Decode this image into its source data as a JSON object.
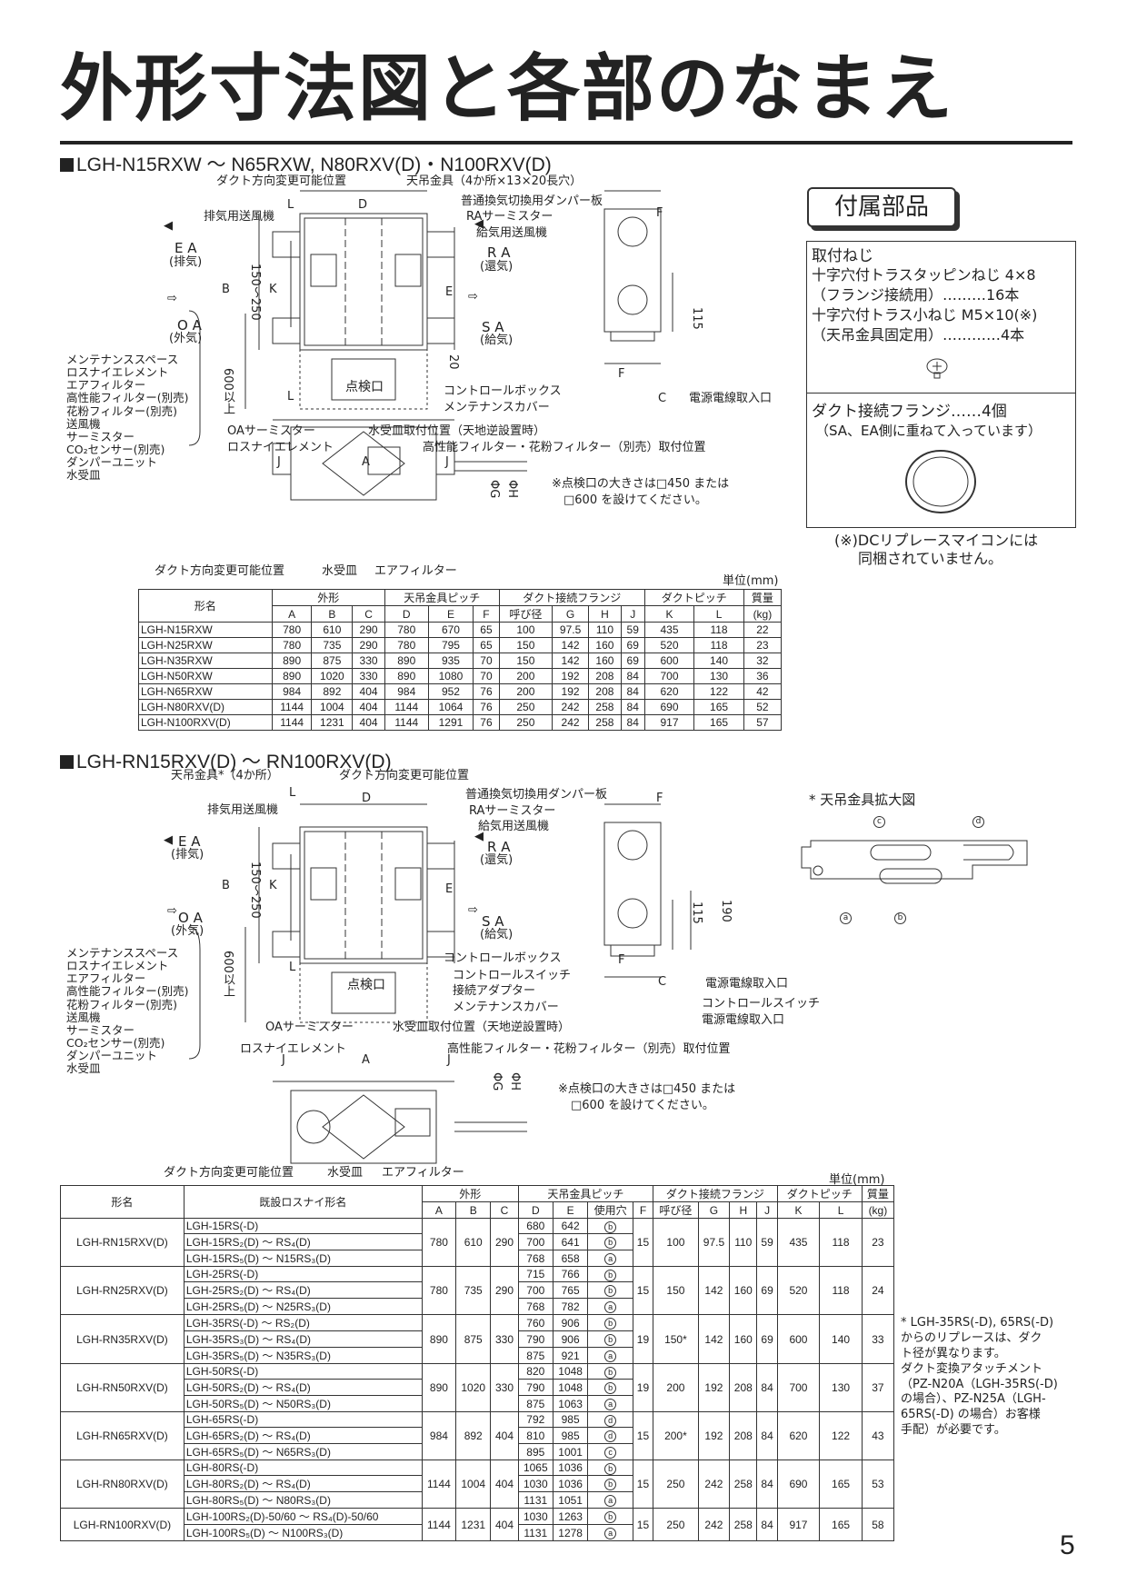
{
  "page_title": "外形寸法図と各部のなまえ",
  "section1": {
    "heading": "LGH-N15RXW ～ N65RXW, N80RXV(D)・N100RXV(D)",
    "labels": {
      "duct_dir": "ダクト方向変更可能位置",
      "hanger": "天吊金具（4か所×13×20長穴）",
      "damper": "普通換気切換用ダンパー板",
      "ra_thermistor": "RAサーミスター",
      "supply_fan": "給気用送風機",
      "exhaust_fan": "排気用送風機",
      "ea": "E A",
      "ea_sub": "(排気)",
      "ra": "R A",
      "ra_sub": "(還気)",
      "oa": "O A",
      "oa_sub": "(外気)",
      "sa": "S A",
      "sa_sub": "(給気)",
      "maintenance_list": [
        "メンテナンススペース",
        "ロスナイエレメント",
        "エアフィルター",
        "高性能フィルター(別売)",
        "花粉フィルター(別売)",
        "送風機",
        "サーミスター",
        "CO₂センサー(別売)",
        "ダンパーユニット",
        "水受皿"
      ],
      "space600": "600以上",
      "inspection": "点検口",
      "control_box": "コントロールボックス",
      "maint_cover": "メンテナンスカバー",
      "power_inlet": "電源電線取入口",
      "oa_thermistor": "OAサーミスター",
      "lossnay_element": "ロスナイエレメント",
      "drain_pan_pos": "水受皿取付位置（天地逆設置時）",
      "filter_pos": "高性能フィルター・花粉フィルター（別売）取付位置",
      "note1": "※点検口の大きさは□450 または",
      "note2": "□600 を設けてください。",
      "bottom_duct": "ダクト方向変更可能位置",
      "bottom_drain": "水受皿",
      "bottom_filter": "エアフィルター",
      "dimB": "B",
      "dimK": "K",
      "dimE": "E",
      "dimD": "D",
      "dimL": "L",
      "dimA": "A",
      "dimJ": "J",
      "dimF": "F",
      "dimC": "C",
      "dim150": "150～250",
      "dim20": "20",
      "dim115": "115",
      "dimG": "ΦG",
      "dimH": "ΦH"
    },
    "unit": "単位(mm)",
    "table": {
      "header1": [
        "形名",
        "外形",
        "天吊金具ピッチ",
        "ダクト接続フランジ",
        "ダクトピッチ",
        "質量"
      ],
      "header2": [
        "A",
        "B",
        "C",
        "D",
        "E",
        "F",
        "呼び径",
        "G",
        "H",
        "J",
        "K",
        "L",
        "(kg)"
      ],
      "rows": [
        [
          "LGH-N15RXW",
          "780",
          "610",
          "290",
          "780",
          "670",
          "65",
          "100",
          "97.5",
          "110",
          "59",
          "435",
          "118",
          "22"
        ],
        [
          "LGH-N25RXW",
          "780",
          "735",
          "290",
          "780",
          "795",
          "65",
          "150",
          "142",
          "160",
          "69",
          "520",
          "118",
          "23"
        ],
        [
          "LGH-N35RXW",
          "890",
          "875",
          "330",
          "890",
          "935",
          "70",
          "150",
          "142",
          "160",
          "69",
          "600",
          "140",
          "32"
        ],
        [
          "LGH-N50RXW",
          "890",
          "1020",
          "330",
          "890",
          "1080",
          "70",
          "200",
          "192",
          "208",
          "84",
          "700",
          "130",
          "36"
        ],
        [
          "LGH-N65RXW",
          "984",
          "892",
          "404",
          "984",
          "952",
          "76",
          "200",
          "192",
          "208",
          "84",
          "620",
          "122",
          "42"
        ],
        [
          "LGH-N80RXV(D)",
          "1144",
          "1004",
          "404",
          "1144",
          "1064",
          "76",
          "250",
          "242",
          "258",
          "84",
          "690",
          "165",
          "52"
        ],
        [
          "LGH-N100RXV(D)",
          "1144",
          "1231",
          "404",
          "1144",
          "1291",
          "76",
          "250",
          "242",
          "258",
          "84",
          "917",
          "165",
          "57"
        ]
      ]
    }
  },
  "accessories": {
    "tab": "付属部品",
    "screws_title": "取付ねじ",
    "screw1": "十字穴付トラスタッピンねじ 4×8",
    "screw1b": "（フランジ接続用）………16本",
    "screw2": "十字穴付トラス小ねじ M5×10(※)",
    "screw2b": "（天吊金具固定用）…………4本",
    "flange": "ダクト接続フランジ……4個",
    "flange_note": "（SA、EA側に重ねて入っています）",
    "footnote1": "(※)DCリプレースマイコンには",
    "footnote2": "同梱されていません。"
  },
  "section2": {
    "heading": "LGH-RN15RXV(D) ～ RN100RXV(D)",
    "labels": {
      "hanger": "天吊金具*（4か所）",
      "duct_dir": "ダクト方向変更可能位置",
      "damper": "普通換気切換用ダンパー板",
      "ra_thermistor": "RAサーミスター",
      "supply_fan": "給気用送風機",
      "exhaust_fan": "排気用送風機",
      "control_box": "コントロールボックス",
      "control_switch": "コントロールスイッチ",
      "connect_adapter": "接続アダプター",
      "maint_cover": "メンテナンスカバー",
      "power_inlet": "電源電線取入口",
      "switch_power1": "コントロールスイッチ",
      "switch_power2": "電源電線取入口",
      "oa_thermistor": "OAサーミスター",
      "drain_pan_pos": "水受皿取付位置（天地逆設置時）",
      "lossnay_element": "ロスナイエレメント",
      "filter_pos": "高性能フィルター・花粉フィルター（別売）取付位置",
      "zoom_title": "* 天吊金具拡大図",
      "dim190": "190",
      "unit": "単位(mm)"
    },
    "table": {
      "header1": [
        "形名",
        "既設ロスナイ形名",
        "外形",
        "天吊金具ピッチ",
        "ダクト接続フランジ",
        "ダクトピッチ",
        "質量"
      ],
      "header2": [
        "A",
        "B",
        "C",
        "D",
        "E",
        "使用穴",
        "F",
        "呼び径",
        "G",
        "H",
        "J",
        "K",
        "L",
        "(kg)"
      ],
      "groups": [
        {
          "name": "LGH-RN15RXV(D)",
          "A": "780",
          "B": "610",
          "C": "290",
          "F": "15",
          "nom": "100",
          "G": "97.5",
          "H": "110",
          "J": "59",
          "K": "435",
          "L": "118",
          "kg": "23",
          "sub": [
            [
              "LGH-15RS(-D)",
              "680",
              "642",
              "b"
            ],
            [
              "LGH-15RS₂(D) ～ RS₄(D)",
              "700",
              "641",
              "b"
            ],
            [
              "LGH-15RS₅(D) ～ N15RS₃(D)",
              "768",
              "658",
              "a"
            ]
          ]
        },
        {
          "name": "LGH-RN25RXV(D)",
          "A": "780",
          "B": "735",
          "C": "290",
          "F": "15",
          "nom": "150",
          "G": "142",
          "H": "160",
          "J": "69",
          "K": "520",
          "L": "118",
          "kg": "24",
          "sub": [
            [
              "LGH-25RS(-D)",
              "715",
              "766",
              "b"
            ],
            [
              "LGH-25RS₂(D) ～ RS₄(D)",
              "700",
              "765",
              "b"
            ],
            [
              "LGH-25RS₅(D) ～ N25RS₃(D)",
              "768",
              "782",
              "a"
            ]
          ]
        },
        {
          "name": "LGH-RN35RXV(D)",
          "A": "890",
          "B": "875",
          "C": "330",
          "F": "19",
          "nom": "150*",
          "G": "142",
          "H": "160",
          "J": "69",
          "K": "600",
          "L": "140",
          "kg": "33",
          "sub": [
            [
              "LGH-35RS(-D) ～ RS₂(D)",
              "760",
              "906",
              "b"
            ],
            [
              "LGH-35RS₃(D) ～ RS₄(D)",
              "790",
              "906",
              "b"
            ],
            [
              "LGH-35RS₅(D) ～ N35RS₃(D)",
              "875",
              "921",
              "a"
            ]
          ]
        },
        {
          "name": "LGH-RN50RXV(D)",
          "A": "890",
          "B": "1020",
          "C": "330",
          "F": "19",
          "nom": "200",
          "G": "192",
          "H": "208",
          "J": "84",
          "K": "700",
          "L": "130",
          "kg": "37",
          "sub": [
            [
              "LGH-50RS(-D)",
              "820",
              "1048",
              "b"
            ],
            [
              "LGH-50RS₂(D) ～ RS₄(D)",
              "790",
              "1048",
              "b"
            ],
            [
              "LGH-50RS₅(D) ～ N50RS₃(D)",
              "875",
              "1063",
              "a"
            ]
          ]
        },
        {
          "name": "LGH-RN65RXV(D)",
          "A": "984",
          "B": "892",
          "C": "404",
          "F": "15",
          "nom": "200*",
          "G": "192",
          "H": "208",
          "J": "84",
          "K": "620",
          "L": "122",
          "kg": "43",
          "sub": [
            [
              "LGH-65RS(-D)",
              "792",
              "985",
              "d"
            ],
            [
              "LGH-65RS₂(D) ～ RS₄(D)",
              "810",
              "985",
              "d"
            ],
            [
              "LGH-65RS₅(D) ～ N65RS₃(D)",
              "895",
              "1001",
              "c"
            ]
          ]
        },
        {
          "name": "LGH-RN80RXV(D)",
          "A": "1144",
          "B": "1004",
          "C": "404",
          "F": "15",
          "nom": "250",
          "G": "242",
          "H": "258",
          "J": "84",
          "K": "690",
          "L": "165",
          "kg": "53",
          "sub": [
            [
              "LGH-80RS(-D)",
              "1065",
              "1036",
              "b"
            ],
            [
              "LGH-80RS₂(D) ～ RS₄(D)",
              "1030",
              "1036",
              "b"
            ],
            [
              "LGH-80RS₅(D) ～ N80RS₃(D)",
              "1131",
              "1051",
              "a"
            ]
          ]
        },
        {
          "name": "LGH-RN100RXV(D)",
          "A": "1144",
          "B": "1231",
          "C": "404",
          "F": "15",
          "nom": "250",
          "G": "242",
          "H": "258",
          "J": "84",
          "K": "917",
          "L": "165",
          "kg": "58",
          "sub": [
            [
              "LGH-100RS₂(D)-50/60 ～ RS₄(D)-50/60",
              "1030",
              "1263",
              "b"
            ],
            [
              "LGH-100RS₅(D) ～ N100RS₃(D)",
              "1131",
              "1278",
              "a"
            ]
          ]
        }
      ]
    },
    "side_note": [
      "* LGH-35RS(-D), 65RS(-D)",
      "からのリプレースは、ダク",
      "ト径が異なります。",
      "ダクト変換アタッチメント",
      "（PZ-N20A（LGH-35RS(-D)",
      "の場合）、PZ-N25A（LGH-",
      "65RS(-D) の場合）お客様",
      "手配）が必要です。"
    ]
  },
  "page_number": "5"
}
